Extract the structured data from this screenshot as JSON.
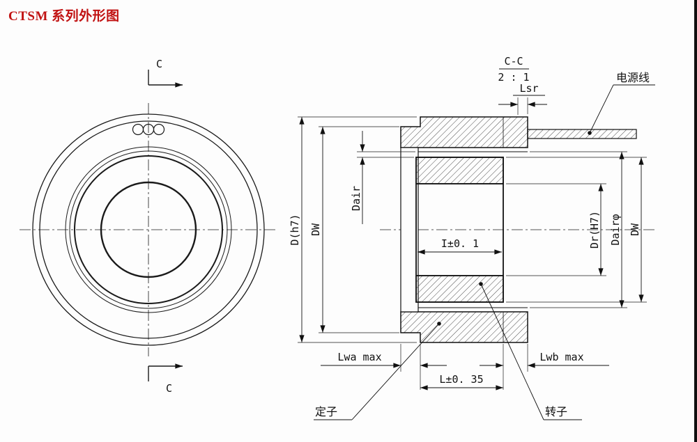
{
  "title": "CTSM 系列外形图",
  "front_view": {
    "section_label_top": "C",
    "section_label_bottom": "C"
  },
  "section_view": {
    "section_name": "C-C",
    "section_scale": "2 : 1",
    "callouts": {
      "power_cable": "电源线",
      "stator": "定子",
      "rotor": "转子"
    },
    "dimensions": {
      "lsr": "Lsr",
      "d_h7": "D(h7)",
      "dw_left": "DW",
      "dair_gap": "Dair",
      "rotor_length": "I±0. 1",
      "dr_h7": "Dr(H7)",
      "dair_dia": "Dairφ",
      "dw_right": "DW",
      "lwa": "Lwa max",
      "lwb": "Lwb max",
      "l_total": "L±0. 35"
    }
  }
}
